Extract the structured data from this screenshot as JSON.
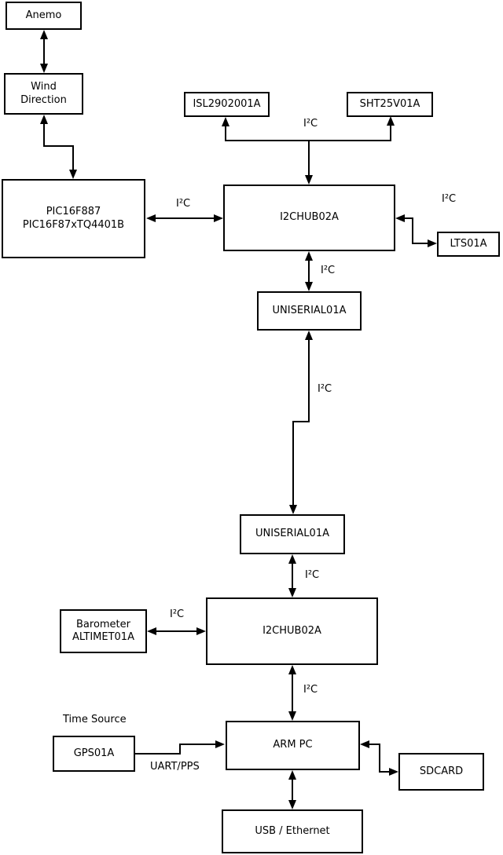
{
  "diagram": {
    "type": "block-diagram",
    "colors": {
      "line": "#000000",
      "background": "#ffffff",
      "box_fill": "#ffffff",
      "text": "#000000"
    },
    "boxes": {
      "anemo": "Anemo",
      "wind_direction": "Wind\nDirection",
      "pic": "PIC16F887\nPIC16F87xTQ4401B",
      "isl": "ISL2902001A",
      "sht": "SHT25V01A",
      "hub1": "I2CHUB02A",
      "lts": "LTS01A",
      "uniserial1": "UNISERIAL01A",
      "uniserial2": "UNISERIAL01A",
      "hub2": "I2CHUB02A",
      "barometer": "Barometer\nALTIMET01A",
      "gps": "GPS01A",
      "arm_pc": "ARM PC",
      "sdcard": "SDCARD",
      "usb_ethernet": "USB / Ethernet"
    },
    "edge_labels": {
      "sensor_bus_i2c": "I²C",
      "pic_hub1_i2c": "I²C",
      "hub1_lts_i2c": "I²C",
      "hub1_uniserial1_i2c": "I²C",
      "uniserial_link_i2c": "I²C",
      "uniserial2_hub2_i2c": "I²C",
      "barometer_hub2_i2c": "I²C",
      "hub2_armpc_i2c": "I²C",
      "gps_armpc": "UART/PPS"
    },
    "annotations": {
      "time_source": "Time Source"
    }
  }
}
